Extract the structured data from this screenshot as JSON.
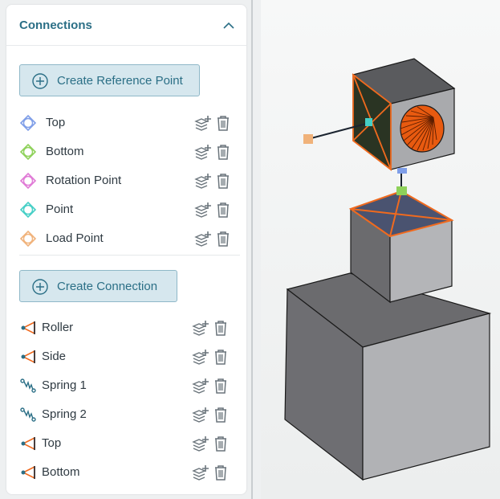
{
  "panel": {
    "title": "Connections",
    "create_reference_point": "Create Reference Point",
    "create_connection": "Create Connection",
    "reference_points": [
      {
        "label": "Top",
        "color": "#7f9ee8"
      },
      {
        "label": "Bottom",
        "color": "#8ed15a"
      },
      {
        "label": "Rotation Point",
        "color": "#e07ad6"
      },
      {
        "label": "Point",
        "color": "#45cfc6"
      },
      {
        "label": "Load Point",
        "color": "#f0b27a"
      }
    ],
    "connections": [
      {
        "label": "Roller",
        "icon": "roller-joint-icon"
      },
      {
        "label": "Side",
        "icon": "roller-joint-icon"
      },
      {
        "label": "Spring 1",
        "icon": "spring-icon"
      },
      {
        "label": "Spring 2",
        "icon": "spring-icon"
      },
      {
        "label": "Top",
        "icon": "roller-joint-icon"
      },
      {
        "label": "Bottom",
        "icon": "roller-joint-icon"
      }
    ]
  },
  "colors": {
    "accent": "#2b6f86",
    "button_bg": "#d6e7ee",
    "connection_orange": "#f06a1e"
  }
}
